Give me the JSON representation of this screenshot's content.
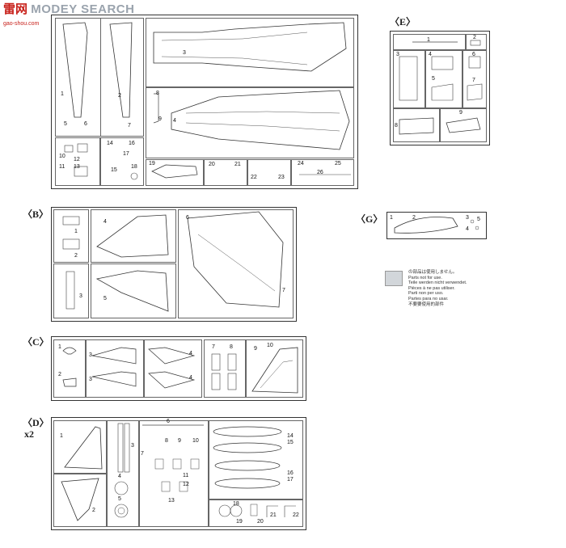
{
  "watermark": {
    "brand_cn": "雷",
    "brand_mark": "网",
    "brand_en": "MODEY SEARCH",
    "url": "gao-shou.com"
  },
  "sprues": {
    "A": {
      "label": "",
      "parts": [
        "1",
        "2",
        "3",
        "4",
        "5",
        "6",
        "7",
        "8",
        "9",
        "10",
        "11",
        "12",
        "13",
        "14",
        "15",
        "16",
        "17",
        "18",
        "19",
        "20",
        "21",
        "22",
        "23",
        "24",
        "25",
        "26"
      ]
    },
    "B": {
      "label": "〈B〉",
      "parts": [
        "1",
        "2",
        "3",
        "4",
        "5",
        "6",
        "7"
      ]
    },
    "C": {
      "label": "〈C〉",
      "parts": [
        "1",
        "2",
        "3",
        "4",
        "7",
        "8",
        "9",
        "10"
      ]
    },
    "D": {
      "label": "〈D〉",
      "qty": "x2",
      "parts": [
        "1",
        "2",
        "3",
        "4",
        "5",
        "6",
        "7",
        "8",
        "9",
        "10",
        "11",
        "12",
        "13",
        "14",
        "15",
        "16",
        "17",
        "18",
        "19",
        "20",
        "21",
        "22"
      ]
    },
    "E": {
      "label": "〈E〉",
      "parts": [
        "1",
        "2",
        "3",
        "4",
        "5",
        "6",
        "7",
        "8",
        "9"
      ]
    },
    "G": {
      "label": "〈G〉",
      "parts": [
        "1",
        "2",
        "3",
        "4",
        "5"
      ]
    }
  },
  "legend": {
    "swatch_color": "#d2d6da",
    "lines": [
      "の部品は使用しません。",
      "Parts not for use.",
      "Teile werden nicht verwendet.",
      "Pièces à ne pas utiliser.",
      "Parti non per uso.",
      "Partes para no usar.",
      "不要要使用的部件"
    ]
  },
  "part_numbers_A": {
    "p17": "17"
  }
}
